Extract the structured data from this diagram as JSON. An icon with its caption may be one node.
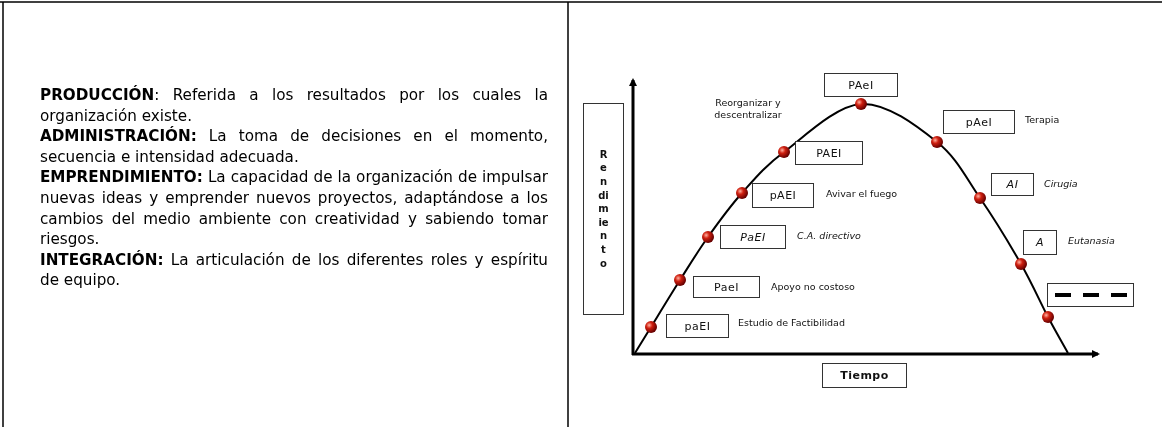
{
  "diagram": {
    "nodes": [
      {
        "text": [
          "paEI"
        ],
        "beside": [
          "Estudio de Factibilidad"
        ]
      },
      {
        "text": [
          "PaeI"
        ],
        "beside": [
          "Apoyo no costoso"
        ]
      },
      {
        "text": [
          "PaEI"
        ],
        "beside": [
          "C.A. directivo"
        ]
      },
      {
        "text": [
          "pAEI"
        ],
        "beside": [
          "Avivar el fuego"
        ]
      },
      {
        "text": [
          "PAEI"
        ],
        "beside": [
          "Reorganizar y descentralizar"
        ]
      },
      {
        "text": [
          "PAeI"
        ]
      },
      {
        "text": [
          "pAeI"
        ],
        "beside": [
          "Terapia"
        ]
      },
      {
        "text": [
          "AI"
        ],
        "beside": [
          "Cirugia"
        ]
      },
      {
        "text": [
          "A"
        ],
        "beside": [
          "Eutanasia"
        ]
      },
      {
        "text": [],
        "shape": "box"
      },
      {
        "text": [
          "Rendimiento"
        ]
      },
      {
        "text": [
          "Tiempo"
        ]
      }
    ],
    "edges": [],
    "labels": [
      "**PRODUCCIÓN**: Referida a los resultados por los cuales la organización existe.",
      "**ADMINISTRACIÓN:** La toma de decisiones en el momento, secuencia e intensidad adecuada.",
      "**EMPRENDIMIENTO:** La capacidad de la organización de impulsar nuevas ideas y emprender nuevos proyectos, adaptándose a los cambios del medio ambiente con creatividad y sabiendo tomar riesgos.",
      "**INTEGRACIÓN:** La articulación de los diferentes roles y espíritu de equipo."
    ]
  }
}
